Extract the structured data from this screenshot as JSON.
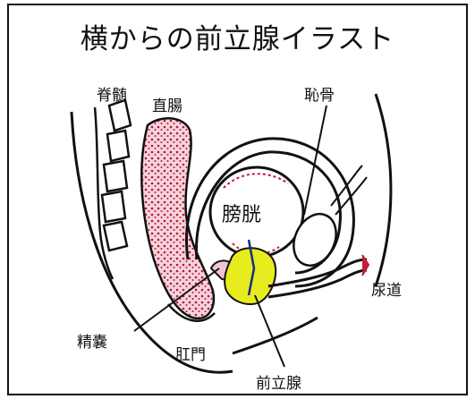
{
  "title": "横からの前立腺イラスト",
  "labels": {
    "spine": "脊髄",
    "rectum": "直腸",
    "pubic_bone": "恥骨",
    "bladder": "膀胱",
    "urethra": "尿道",
    "seminal_vesicle": "精嚢",
    "anus": "肛門",
    "prostate": "前立腺"
  },
  "colors": {
    "outline": "#111111",
    "rectum_pink": "#f2c4cf",
    "rectum_dots": "#b3193a",
    "prostate_yellow": "#e6ec1e",
    "vessel_blue": "#1a2a8a",
    "accent_red": "#c21a3a"
  }
}
